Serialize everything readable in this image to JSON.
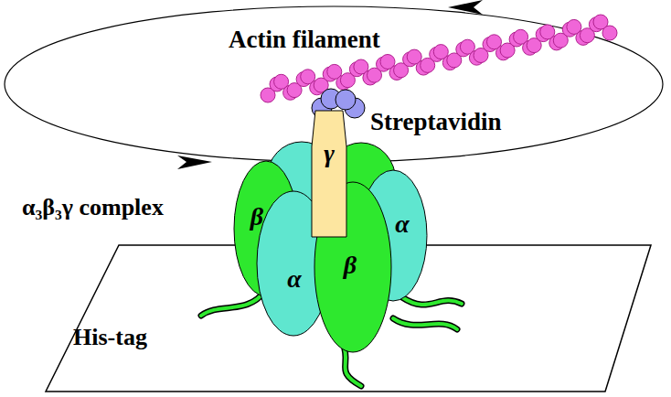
{
  "diagram": {
    "nodes": [
      {
        "text": [
          "β"
        ]
      },
      {
        "text": [
          "α"
        ]
      },
      {
        "text": [
          "α"
        ]
      },
      {
        "text": [
          "β"
        ]
      },
      {
        "text": [
          "γ"
        ]
      }
    ],
    "labels": [
      "Actin filament",
      "Streptavidin",
      "α₃β₃γ complex",
      "His-tag"
    ]
  }
}
